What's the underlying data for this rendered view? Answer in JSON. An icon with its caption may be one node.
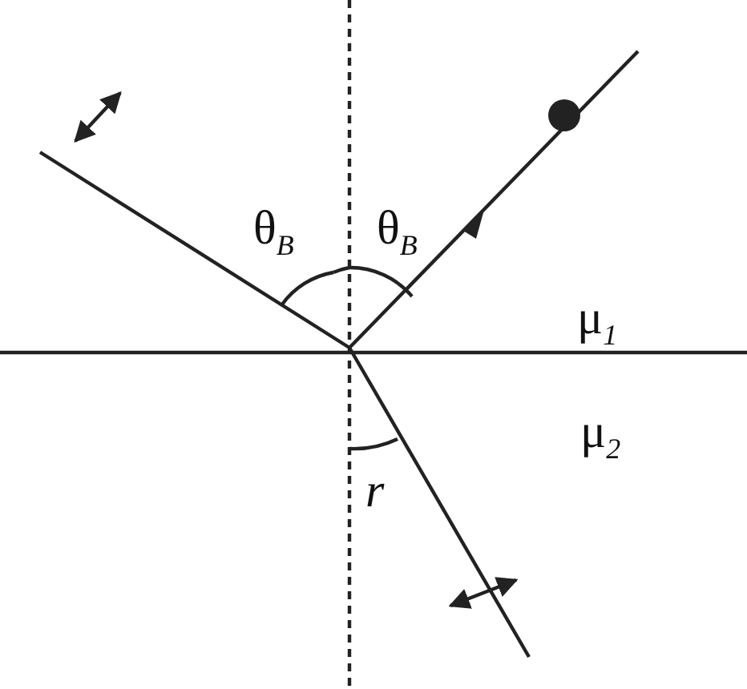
{
  "diagram": {
    "labels": [
      "θ$_{B}$",
      "θ$_{B}$",
      "μ$_{1}$",
      "μ$_{2}$",
      "r"
    ]
  }
}
